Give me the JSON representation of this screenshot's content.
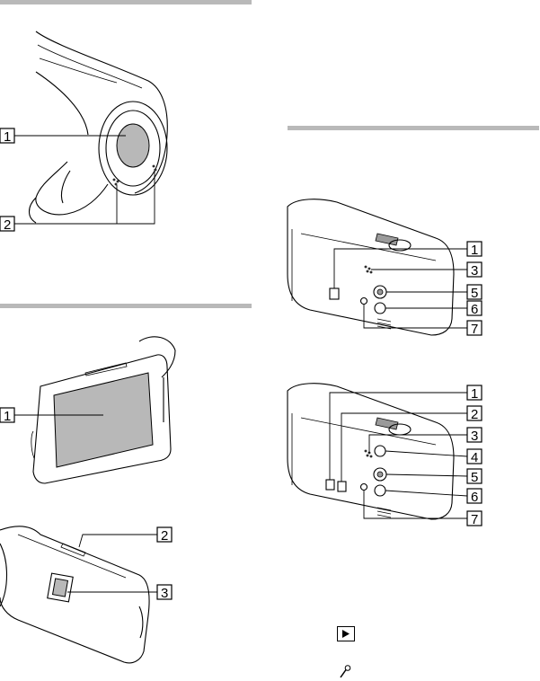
{
  "callouts": {
    "lens_view": [
      "1",
      "2"
    ],
    "lcd_view": [
      "1"
    ],
    "back_view": [
      "2",
      "3"
    ],
    "side_view_a": [
      "1",
      "3",
      "5",
      "6",
      "7"
    ],
    "side_view_b": [
      "1",
      "2",
      "3",
      "4",
      "5",
      "6",
      "7"
    ]
  },
  "icons": {
    "playback": "playback-icon",
    "microphone": "microphone-icon"
  },
  "colors": {
    "section_rule": "#b9b9b9",
    "screen_fill": "#b8b8b8"
  }
}
